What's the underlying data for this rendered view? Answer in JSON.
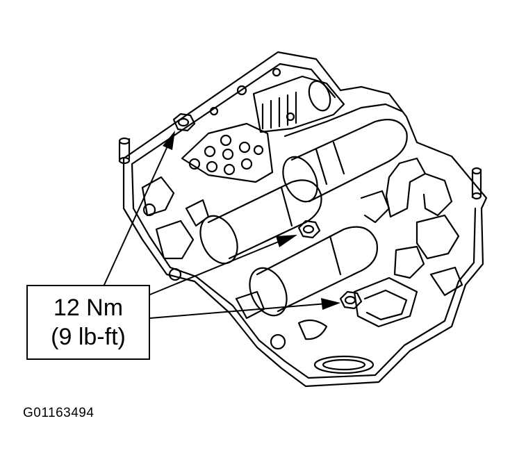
{
  "callout": {
    "torque_nm": "12 Nm",
    "torque_lbft": "(9 lb-ft)"
  },
  "figure_id": "G01163494",
  "colors": {
    "line": "#000000",
    "background": "#ffffff"
  },
  "icons": {
    "arrow": "arrowhead",
    "bolt": "hex-bolt"
  }
}
